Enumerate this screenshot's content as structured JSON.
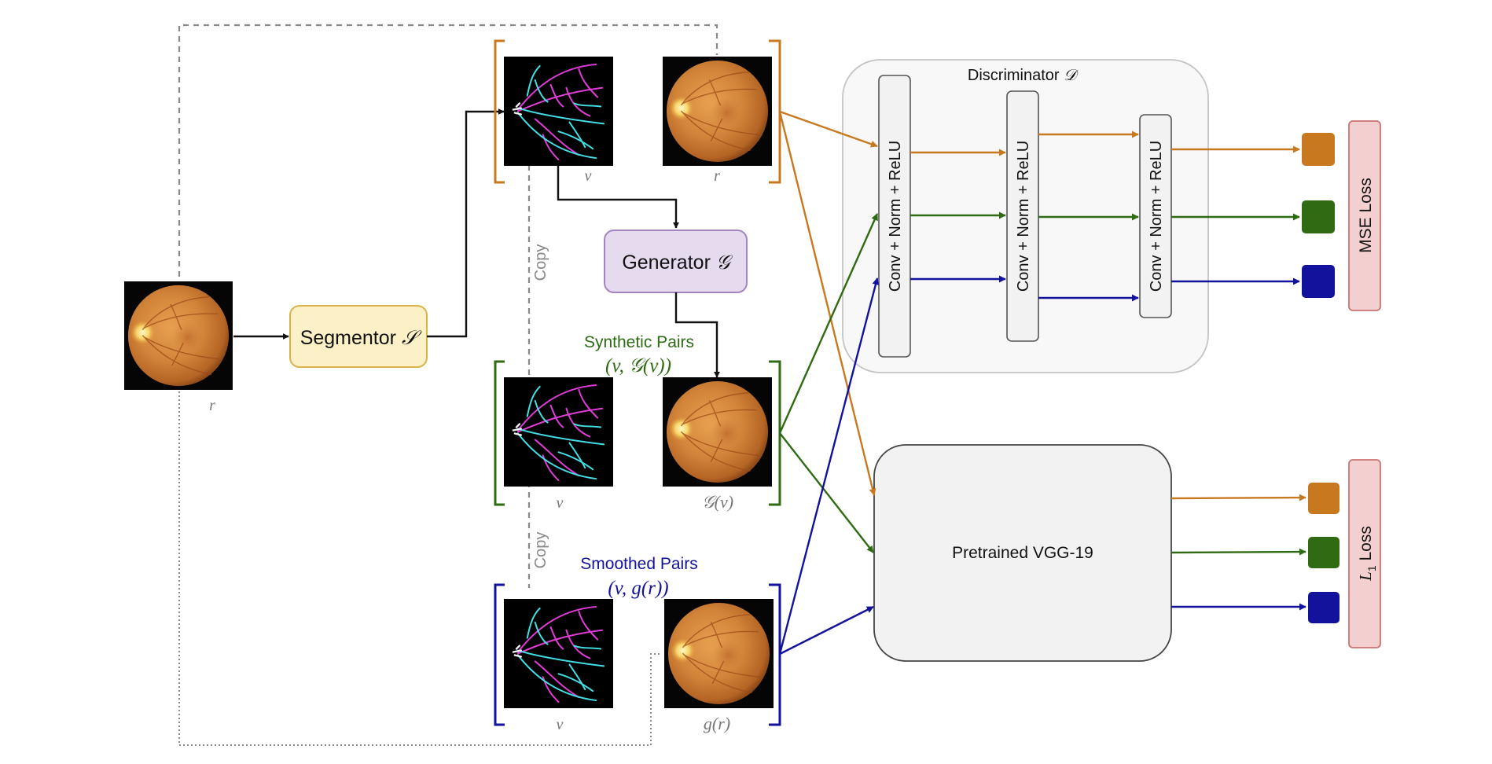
{
  "colors": {
    "orange": "#C8781E",
    "green": "#2E6B12",
    "blue": "#12129C",
    "grey_dash": "#888888",
    "segmentor_fill": "#FCF0C6",
    "segmentor_stroke": "#D9B44A",
    "generator_fill": "#E6DBEE",
    "generator_stroke": "#A486BF",
    "loss_fill": "#F3CFCF",
    "loss_stroke": "#C97373"
  },
  "labels": {
    "input_r": "r",
    "real_v": "v",
    "real_r": "r",
    "synthetic_v": "v",
    "synthetic_gv": "𝒢(v)",
    "smoothed_v": "v",
    "smoothed_gr": "g(r)",
    "copy_top": "Copy",
    "copy_bottom": "Copy"
  },
  "segmentor": {
    "text": "Segmentor ",
    "symbol": "𝒮"
  },
  "generator": {
    "text": "Generator ",
    "symbol": "𝒢"
  },
  "synthetic_pairs": {
    "title": "Synthetic Pairs",
    "formula": "(v, 𝒢(v))"
  },
  "smoothed_pairs": {
    "title": "Smoothed Pairs",
    "formula": "(v, g(r))"
  },
  "discriminator": {
    "title": "Discriminator ",
    "symbol": "𝒟",
    "blocks": [
      "Conv + Norm + ReLU",
      "Conv + Norm + ReLU",
      "Conv + Norm + ReLU"
    ]
  },
  "vgg": {
    "text": "Pretrained VGG-19"
  },
  "mse_loss": {
    "text": "MSE Loss"
  },
  "l1_loss": {
    "L": "L",
    "sub": "1",
    "text": " Loss"
  }
}
